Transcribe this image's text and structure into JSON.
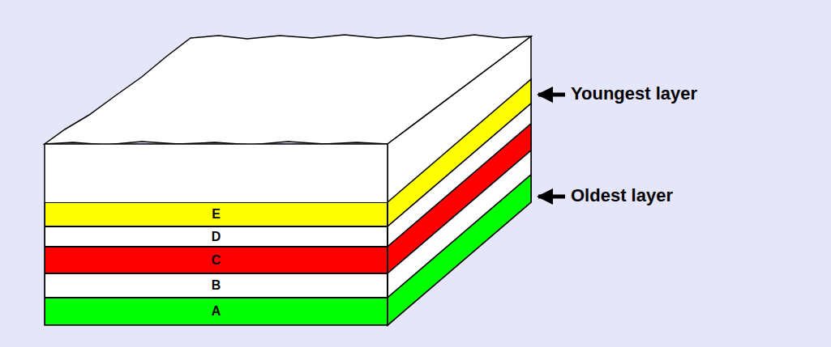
{
  "diagram": {
    "nodes": [
      {
        "text": [
          "E"
        ]
      },
      {
        "text": [
          "D"
        ]
      },
      {
        "text": [
          "C"
        ]
      },
      {
        "text": [
          "B"
        ]
      },
      {
        "text": [
          "A"
        ]
      }
    ],
    "labels": [
      "Youngest layer",
      "Oldest layer"
    ]
  }
}
